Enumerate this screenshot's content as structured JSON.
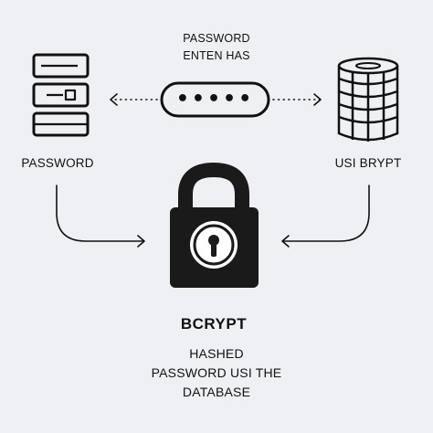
{
  "top_label": {
    "line1": "PASSWORD",
    "line2": "ENTEN HAS"
  },
  "masked_password": "•••••",
  "left_node": {
    "label": "PASSWORD",
    "icon": "server-stack-icon"
  },
  "right_node": {
    "label": "USI BRYPT",
    "icon": "database-cylinder-icon"
  },
  "center_node": {
    "icon": "padlock-icon",
    "title": "BCRYPT"
  },
  "bottom_label": {
    "line1": "HASHED",
    "line2": "PASSWORD USI THE",
    "line3": "DATABASE"
  },
  "colors": {
    "background": "#eef0f3",
    "ink": "#111111",
    "lock_body": "#1a1a1a"
  }
}
